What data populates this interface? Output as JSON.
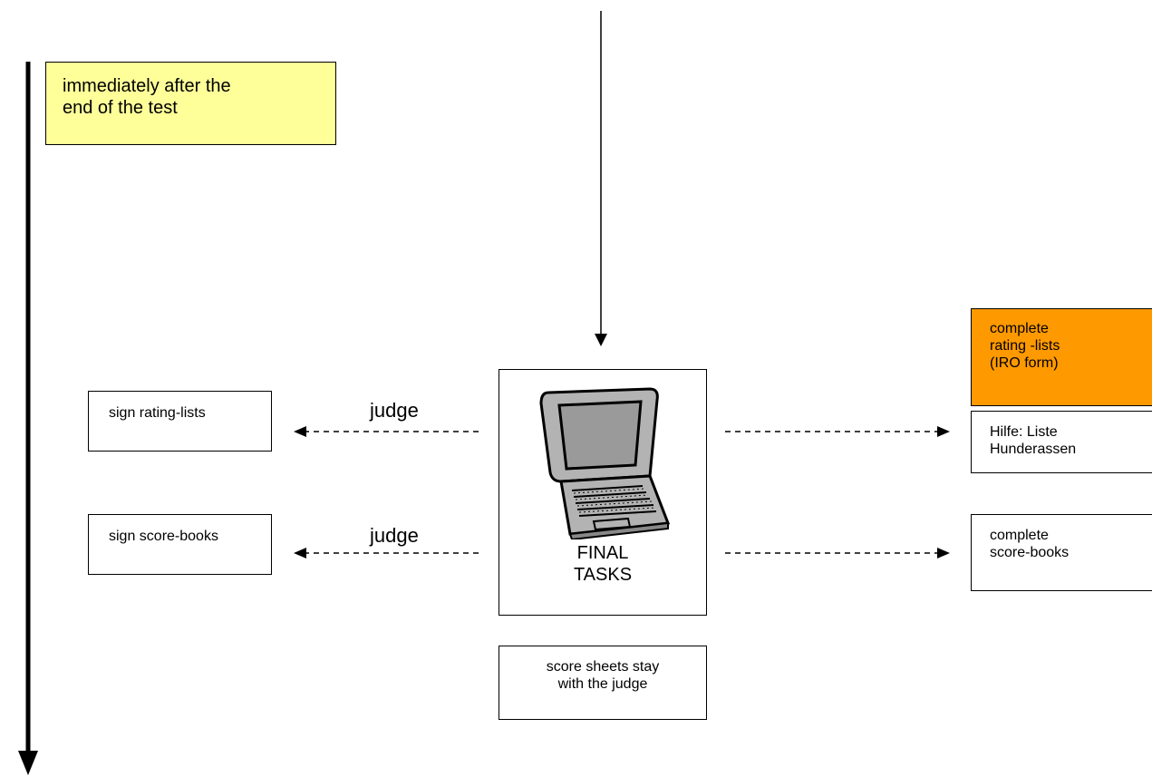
{
  "diagram": {
    "time_note": "immediately after the\nend of the test",
    "final_tasks": "FINAL\nTASKS",
    "left_actions": [
      {
        "label": "sign rating-lists",
        "via": "judge"
      },
      {
        "label": "sign score-books",
        "via": "judge"
      }
    ],
    "right_actions": {
      "rating_form": "complete\nrating -lists\n(IRO form)",
      "help_list": "Hilfe: Liste\nHunderassen",
      "score_books": "complete\nscore-books"
    },
    "score_note": "score sheets stay\nwith the judge",
    "icon": "laptop-icon",
    "colors": {
      "time_note": "#ffff99",
      "rating_form": "#ff9900",
      "laptop": "#b3b3b3"
    }
  }
}
